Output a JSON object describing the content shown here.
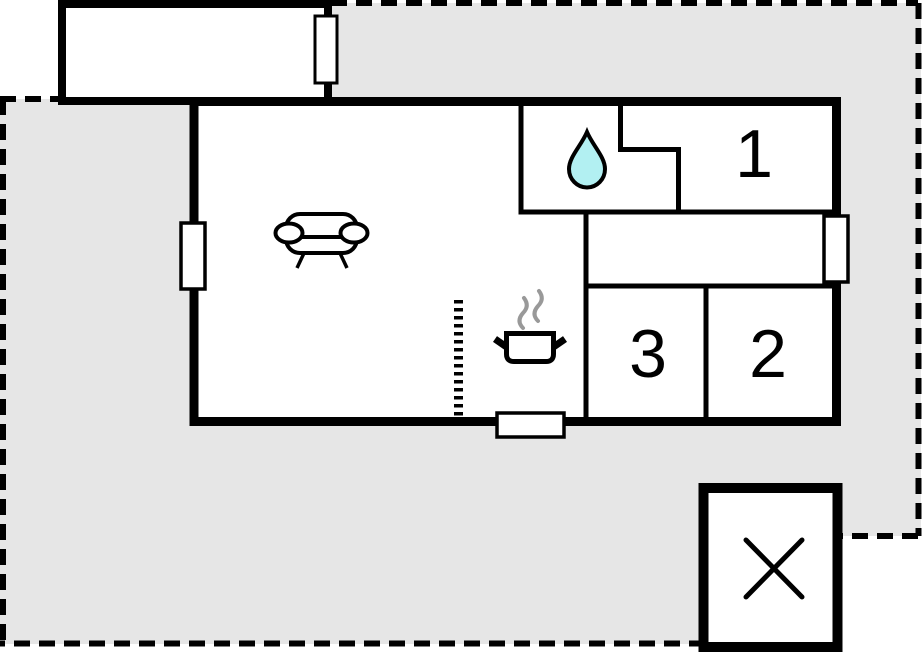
{
  "page": {
    "type": "floor-plan",
    "description": "vacation home floor plan"
  },
  "colors": {
    "plot_fill": "#e6e6e6",
    "wall": "#000000",
    "interior_fill": "#ffffff",
    "water_drop_fill": "#b2f0f2",
    "water_drop_outline": "#000000",
    "steam_stroke": "#999999",
    "label_color": "#000000"
  },
  "rooms": [
    {
      "label": "1"
    },
    {
      "label": "2"
    },
    {
      "label": "3"
    }
  ],
  "icons": [
    "water-drop-icon",
    "sofa-icon",
    "cooking-pot-icon",
    "steam-icon",
    "crossed-box-icon",
    "window-icon"
  ]
}
